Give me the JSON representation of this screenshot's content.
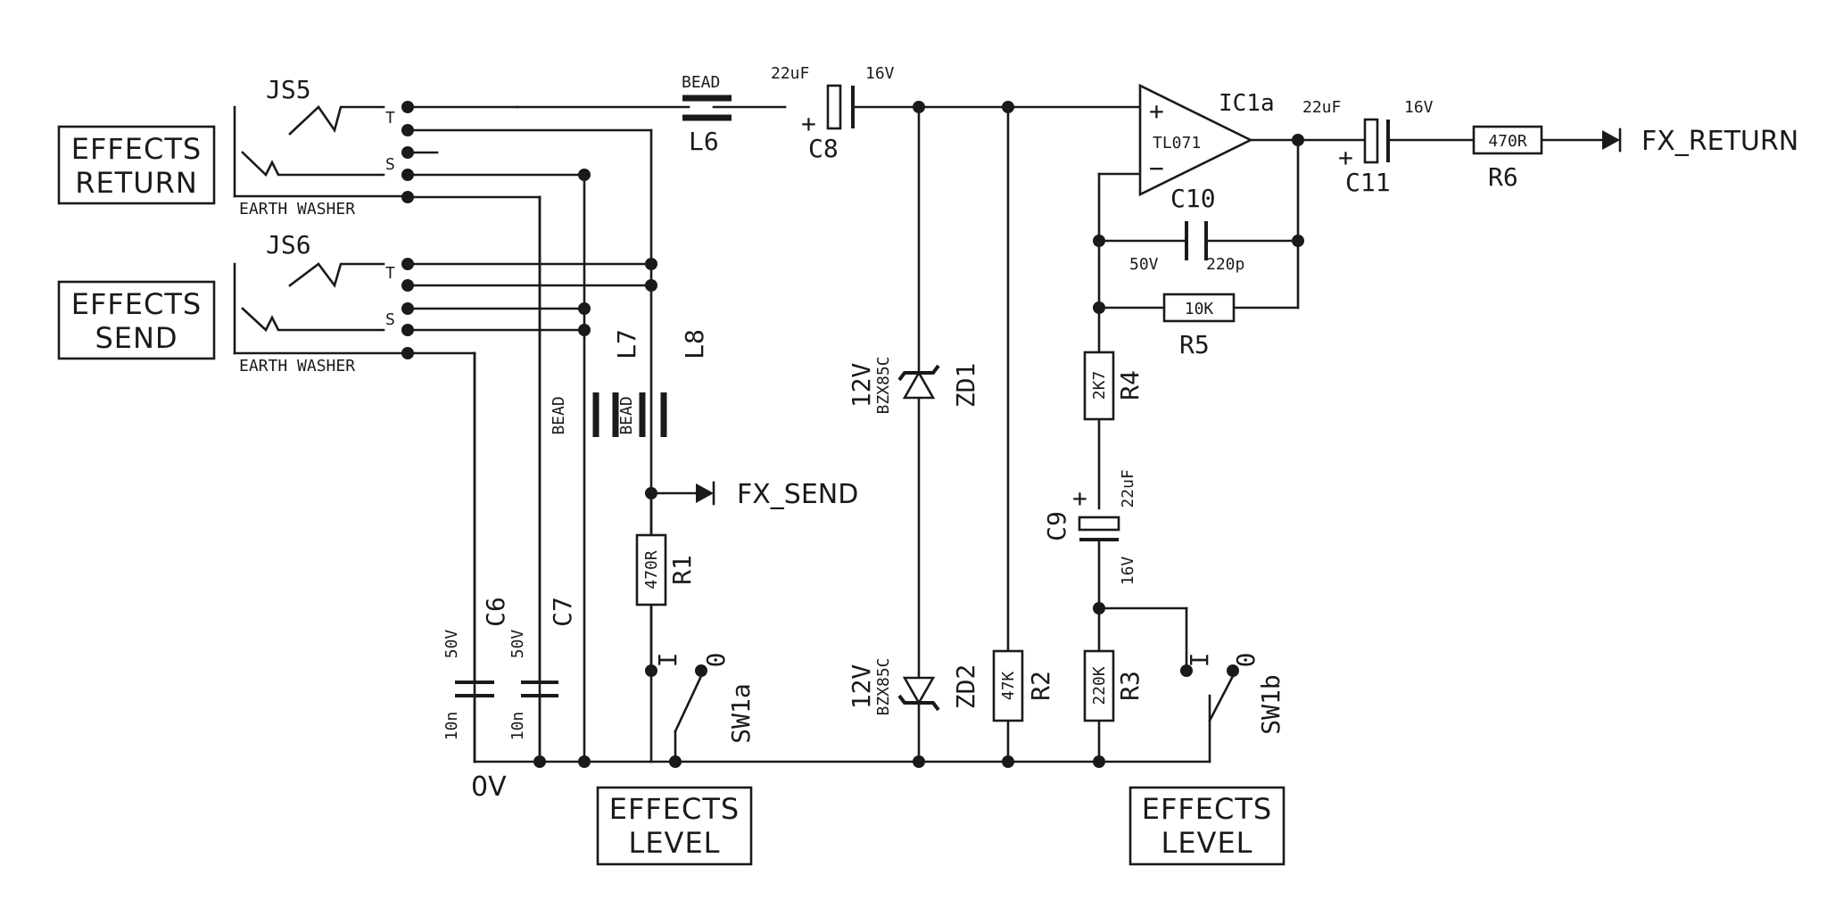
{
  "boxes": {
    "effects_return": [
      "EFFECTS",
      "RETURN"
    ],
    "effects_send": [
      "EFFECTS",
      "SEND"
    ],
    "effects_level_a": [
      "EFFECTS",
      "LEVEL"
    ],
    "effects_level_b": [
      "EFFECTS",
      "LEVEL"
    ]
  },
  "jacks": {
    "js5": {
      "ref": "JS5",
      "tip": "T",
      "sleeve": "S",
      "washer": "EARTH WASHER"
    },
    "js6": {
      "ref": "JS6",
      "tip": "T",
      "sleeve": "S",
      "washer": "EARTH WASHER"
    }
  },
  "components": {
    "l6": {
      "ref": "L6",
      "type": "BEAD"
    },
    "l7": {
      "ref": "L7",
      "type": "BEAD"
    },
    "l8": {
      "ref": "L8",
      "type": "BEAD"
    },
    "c8": {
      "ref": "C8",
      "value": "22uF",
      "voltage": "16V",
      "plus": "+"
    },
    "c11": {
      "ref": "C11",
      "value": "22uF",
      "voltage": "16V",
      "plus": "+"
    },
    "c9": {
      "ref": "C9",
      "value": "22uF",
      "voltage": "16V",
      "plus": "+"
    },
    "c10": {
      "ref": "C10",
      "value": "220p",
      "voltage": "50V"
    },
    "c6": {
      "ref": "C6",
      "value": "10n",
      "voltage": "50V"
    },
    "c7": {
      "ref": "C7",
      "value": "10n",
      "voltage": "50V"
    },
    "ic1a": {
      "ref": "IC1a",
      "part": "TL071",
      "plus": "+",
      "minus": "−"
    },
    "r6": {
      "ref": "R6",
      "value": "470R"
    },
    "r5": {
      "ref": "R5",
      "value": "10K"
    },
    "r4": {
      "ref": "R4",
      "value": "2K7"
    },
    "r3": {
      "ref": "R3",
      "value": "220K"
    },
    "r2": {
      "ref": "R2",
      "value": "47K"
    },
    "r1": {
      "ref": "R1",
      "value": "470R"
    },
    "zd1": {
      "ref": "ZD1",
      "voltage": "12V",
      "part": "BZX85C"
    },
    "zd2": {
      "ref": "ZD2",
      "voltage": "12V",
      "part": "BZX85C"
    },
    "sw1a": {
      "ref": "SW1a",
      "pos_on": "I",
      "pos_off": "0"
    },
    "sw1b": {
      "ref": "SW1b",
      "pos_on": "I",
      "pos_off": "0"
    }
  },
  "nets": {
    "fx_return": "FX_RETURN",
    "fx_send": "FX_SEND",
    "ground": "0V"
  }
}
